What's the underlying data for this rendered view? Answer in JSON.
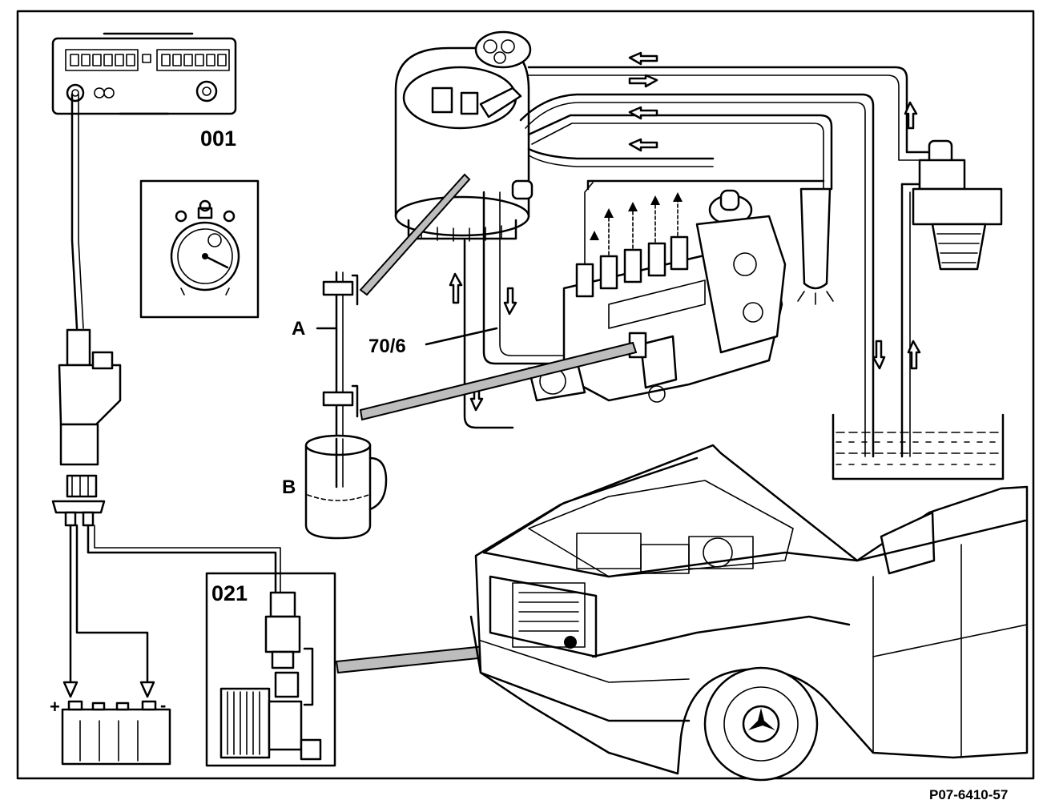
{
  "diagram": {
    "labels": {
      "device_001": "001",
      "device_021": "021",
      "label_a": "A",
      "label_b": "B",
      "label_706": "70/6",
      "battery_plus": "+",
      "battery_minus": "-",
      "figure_id": "P07-6410-57"
    },
    "icons": [
      "tester-device-icon",
      "stopwatch-icon",
      "fuel-filter-icon",
      "injection-pump-icon",
      "measuring-beaker-icon",
      "fuel-tank-icon",
      "battery-icon",
      "sensor-connector-icon",
      "car-front-icon",
      "flow-arrow-icon"
    ],
    "colors": {
      "line": "#000000",
      "background": "#ffffff",
      "hose_fill": "#bdbdbd"
    }
  }
}
